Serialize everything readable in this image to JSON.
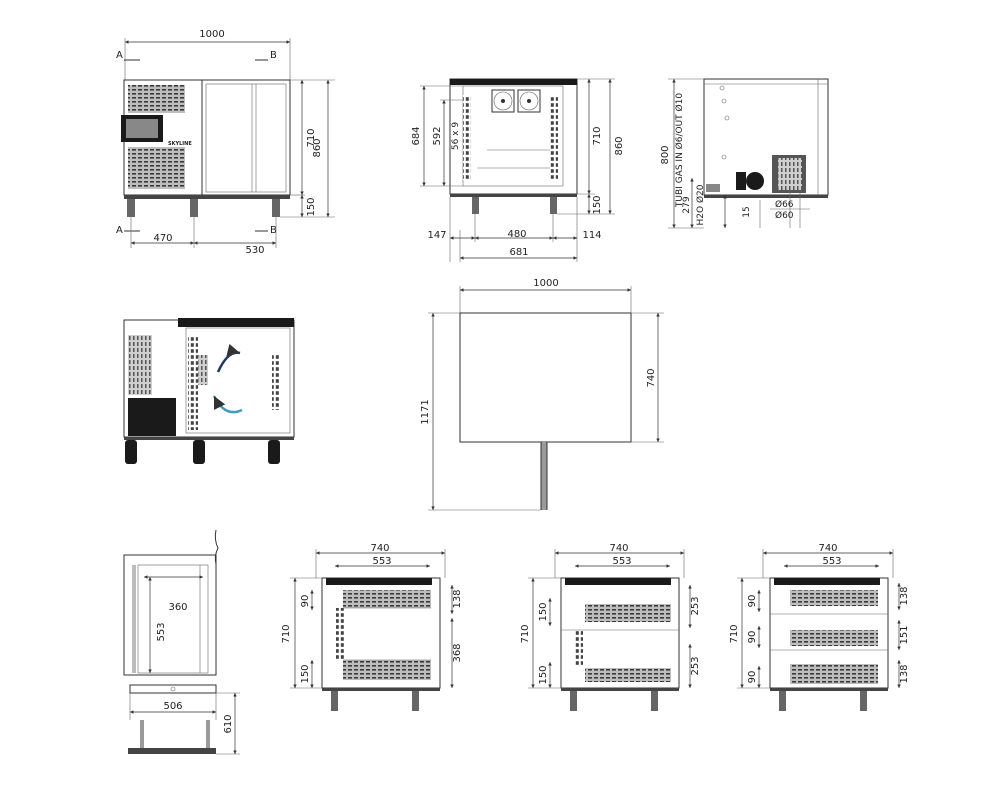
{
  "diagram": {
    "colors": {
      "line": "#333333",
      "dark": "#1a1a1a",
      "fill_grey": "#9a9a9a",
      "arrow_blue": "#1f3a68",
      "arrow_light": "#3f9ac0"
    },
    "front_view": {
      "width_label": "1000",
      "section_a": "A",
      "section_b": "B",
      "height_body": "710",
      "height_total": "860",
      "height_feet": "150",
      "left_part": "470",
      "right_part": "530",
      "logo_text": "SKYLINE"
    },
    "section_view": {
      "h_684": "684",
      "h_592": "592",
      "tray_spec": "56 x 9",
      "h_710": "710",
      "h_860": "860",
      "h_150": "150",
      "w_147": "147",
      "w_480": "480",
      "w_114": "114",
      "w_681": "681"
    },
    "side_view": {
      "h_800": "800",
      "gas_label": "TUBI GAS IN Ø6/OUT Ø10",
      "h_279": "279",
      "water_label": "H2O Ø20",
      "h_15": "15",
      "d_66": "Ø66",
      "d_60": "Ø60"
    },
    "top_view": {
      "width": "1000",
      "depth": "740",
      "total_depth": "1171"
    },
    "detail_view": {
      "w_360": "360",
      "h_553": "553",
      "w_506": "506",
      "h_610": "610"
    },
    "config_1": {
      "w_740": "740",
      "w_553": "553",
      "h_90": "90",
      "h_710": "710",
      "h_150": "150",
      "h_138": "138",
      "h_368": "368"
    },
    "config_2": {
      "w_740": "740",
      "w_553": "553",
      "h_150a": "150",
      "h_710": "710",
      "h_150b": "150",
      "h_253a": "253",
      "h_253b": "253"
    },
    "config_3": {
      "w_740": "740",
      "w_553": "553",
      "h_90a": "90",
      "h_710": "710",
      "h_90b": "90",
      "h_90c": "90",
      "h_138a": "138",
      "h_151": "151",
      "h_138b": "138"
    }
  }
}
